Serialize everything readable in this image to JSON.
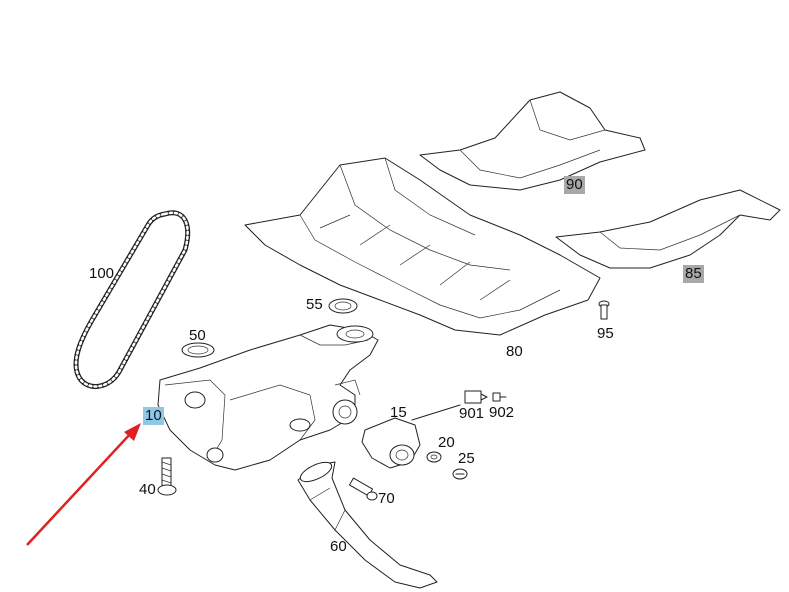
{
  "labels": {
    "p10": "10",
    "p100": "100",
    "p50": "50",
    "p55": "55",
    "p80": "80",
    "p90": "90",
    "p85": "85",
    "p95": "95",
    "p15": "15",
    "p901": "901",
    "p902": "902",
    "p20": "20",
    "p25": "25",
    "p40": "40",
    "p70": "70",
    "p60": "60"
  },
  "colors": {
    "highlight_selected": "#8ec8e8",
    "highlight_gray": "#a8a8a8",
    "arrow": "#e02020"
  },
  "selected_part": "10"
}
